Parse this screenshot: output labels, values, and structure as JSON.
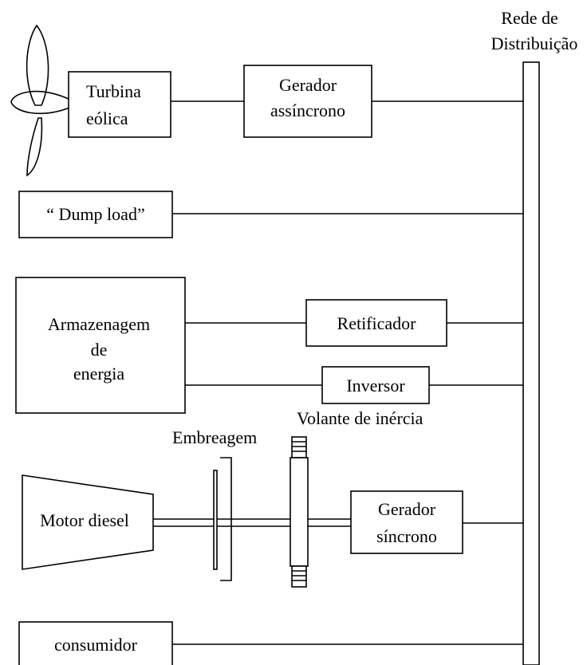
{
  "bus": {
    "label_line1": "Rede de",
    "label_line2": "Distribuição"
  },
  "wind": {
    "turbine_line1": "Turbina",
    "turbine_line2": "eólica",
    "generator_line1": "Gerador",
    "generator_line2": "assíncrono"
  },
  "dump_load": {
    "label": "“ Dump load”"
  },
  "storage": {
    "label_line1": "Armazenagem",
    "label_line2": "de",
    "label_line3": "energia",
    "rectifier": "Retificador",
    "inverter": "Inversor"
  },
  "diesel": {
    "flywheel_label": "Volante de inércia",
    "clutch_label": "Embreagem",
    "engine_label": "Motor diesel",
    "generator_line1": "Gerador",
    "generator_line2": "síncrono"
  },
  "consumer": {
    "label": "consumidor"
  }
}
